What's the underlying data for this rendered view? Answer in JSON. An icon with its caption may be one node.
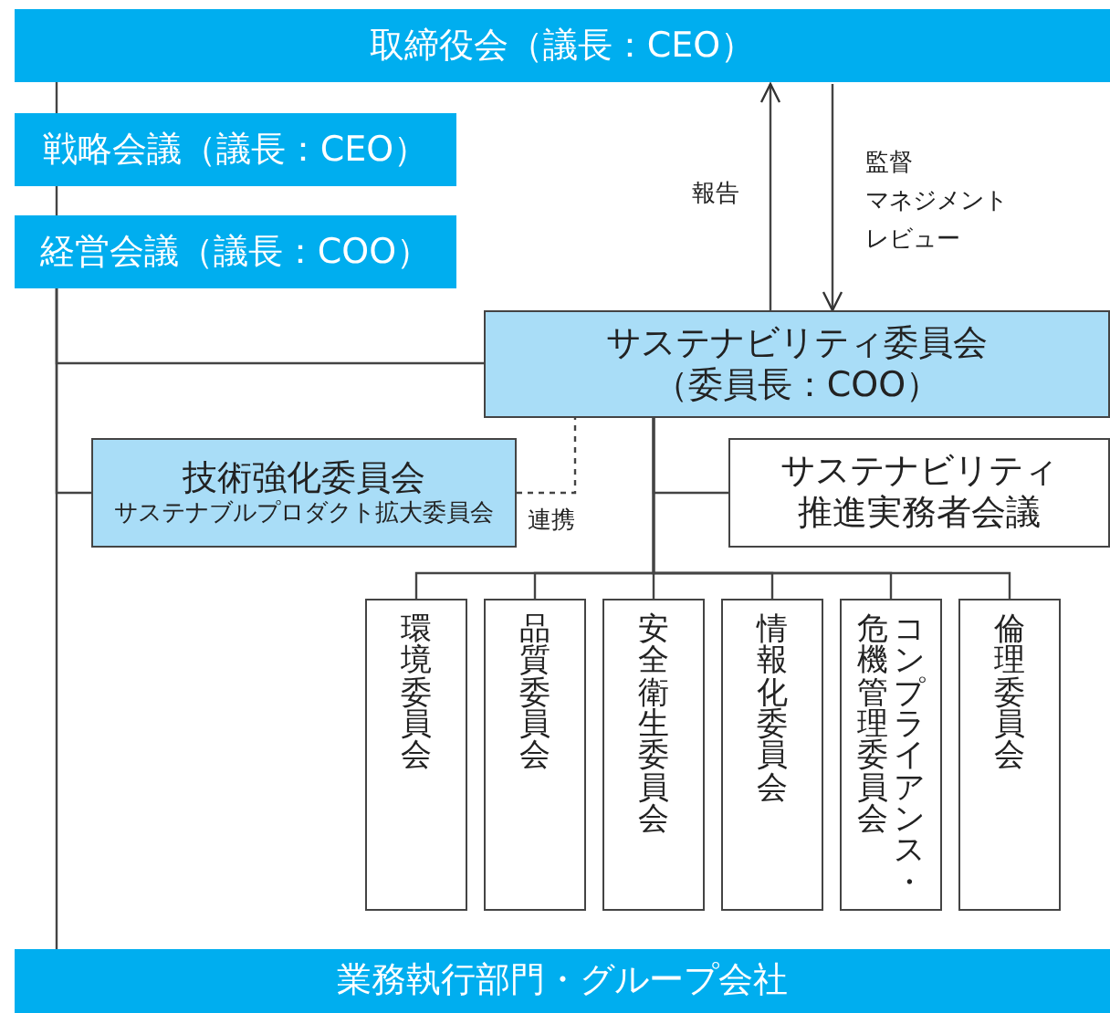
{
  "diagram": {
    "nodes": [
      {
        "text": [
          "取締役会（議長：CEO）"
        ]
      },
      {
        "text": [
          "戦略会議（議長：CEO）"
        ]
      },
      {
        "text": [
          "経営会議（議長：COO）"
        ]
      },
      {
        "text": [
          "サステナビリティ委員会",
          "（委員長：COO）"
        ]
      },
      {
        "text": [
          "技術強化委員会",
          "サステナブルプロダクト拡大委員会"
        ]
      },
      {
        "text": [
          "サステナビリティ推進実務者会議"
        ]
      },
      {
        "text": [
          "環境委員会"
        ]
      },
      {
        "text": [
          "品質委員会"
        ]
      },
      {
        "text": [
          "安全衛生委員会"
        ]
      },
      {
        "text": [
          "情報化委員会"
        ]
      },
      {
        "text": [
          "コンプライアンス・危機管理委員会"
        ]
      },
      {
        "text": [
          "倫理委員会"
        ]
      },
      {
        "text": [
          "業務執行部門・グループ会社"
        ]
      }
    ],
    "edges": [
      {
        "from": 0,
        "to": 1,
        "arrow": "none"
      },
      {
        "from": 1,
        "to": 2,
        "arrow": "none"
      },
      {
        "from": 2,
        "to": 3,
        "arrow": "none"
      },
      {
        "from": 2,
        "to": 4,
        "arrow": "none"
      },
      {
        "from": 2,
        "to": 12,
        "arrow": "none"
      },
      {
        "from": 3,
        "to": 0,
        "arrow": "to",
        "label": "報告"
      },
      {
        "from": 0,
        "to": 3,
        "arrow": "to",
        "label": "監督"
      },
      {
        "from": 4,
        "to": 3,
        "arrow": "none",
        "style": "dashed",
        "label": "連携"
      },
      {
        "from": 3,
        "to": 5,
        "arrow": "none"
      },
      {
        "from": 3,
        "to": 6,
        "arrow": "none"
      },
      {
        "from": 3,
        "to": 7,
        "arrow": "none"
      },
      {
        "from": 3,
        "to": 8,
        "arrow": "none"
      },
      {
        "from": 3,
        "to": 9,
        "arrow": "none"
      },
      {
        "from": 3,
        "to": 10,
        "arrow": "none"
      },
      {
        "from": 3,
        "to": 11,
        "arrow": "none"
      }
    ],
    "labels": [
      "マネジメントレビュー"
    ]
  }
}
